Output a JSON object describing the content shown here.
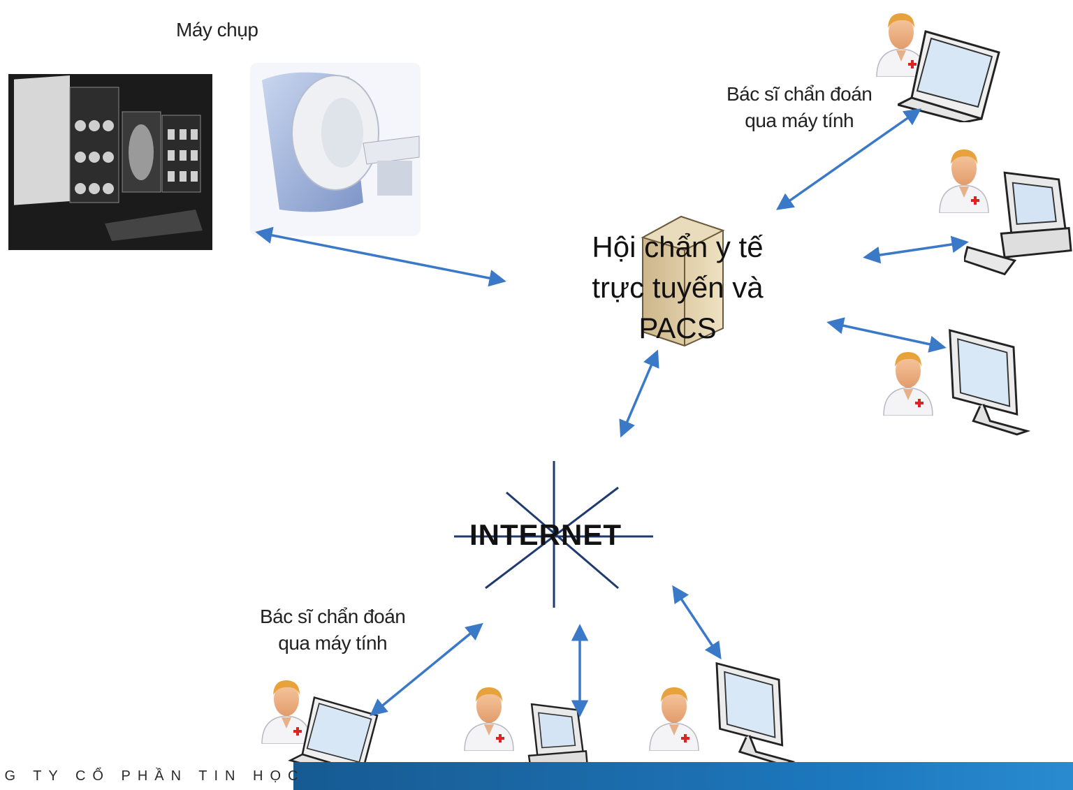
{
  "labels": {
    "scanner": "Máy chụp",
    "doctor_top_line1": "Bác sĩ chẩn đoán",
    "doctor_top_line2": "qua máy tính",
    "hub_line1": "Hội chẩn y tế",
    "hub_line2": "trực tuyến và",
    "hub_line3": "PACS",
    "internet": "INTERNET",
    "doctor_bottom_line1": "Bác sĩ chẩn đoán",
    "doctor_bottom_line2": "qua máy tính"
  },
  "footer": {
    "company_text": "NG TY CỔ PHẦN TIN HỌC"
  },
  "colors": {
    "arrow": "#3a78c8",
    "footer": "#1a64a0",
    "internet_lines": "#1f3a70"
  },
  "icons": [
    "monitors-xray-photo",
    "ct-scanner-photo",
    "server-icon",
    "doctor-icon",
    "laptop-icon",
    "desktop-computer-icon",
    "lcd-monitor-icon",
    "internet-star-icon"
  ]
}
